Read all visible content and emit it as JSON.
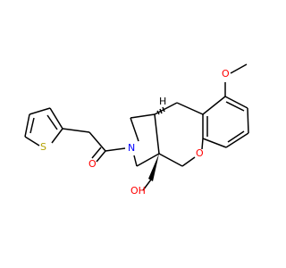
{
  "molecule": {
    "background_color": "#ffffff",
    "bond_color": "#000000",
    "atom_colors": {
      "O": "#ff0000",
      "S": "#b3a100",
      "N": "#0000ff",
      "H": "#000000"
    },
    "labels": {
      "o_ketone": "O",
      "s_thiophene": "S",
      "n_pyrrolidine": "N",
      "o_chromane": "O",
      "o_methoxy": "O",
      "oh_hydroxyl": "OH",
      "h_stereo": "H"
    }
  }
}
